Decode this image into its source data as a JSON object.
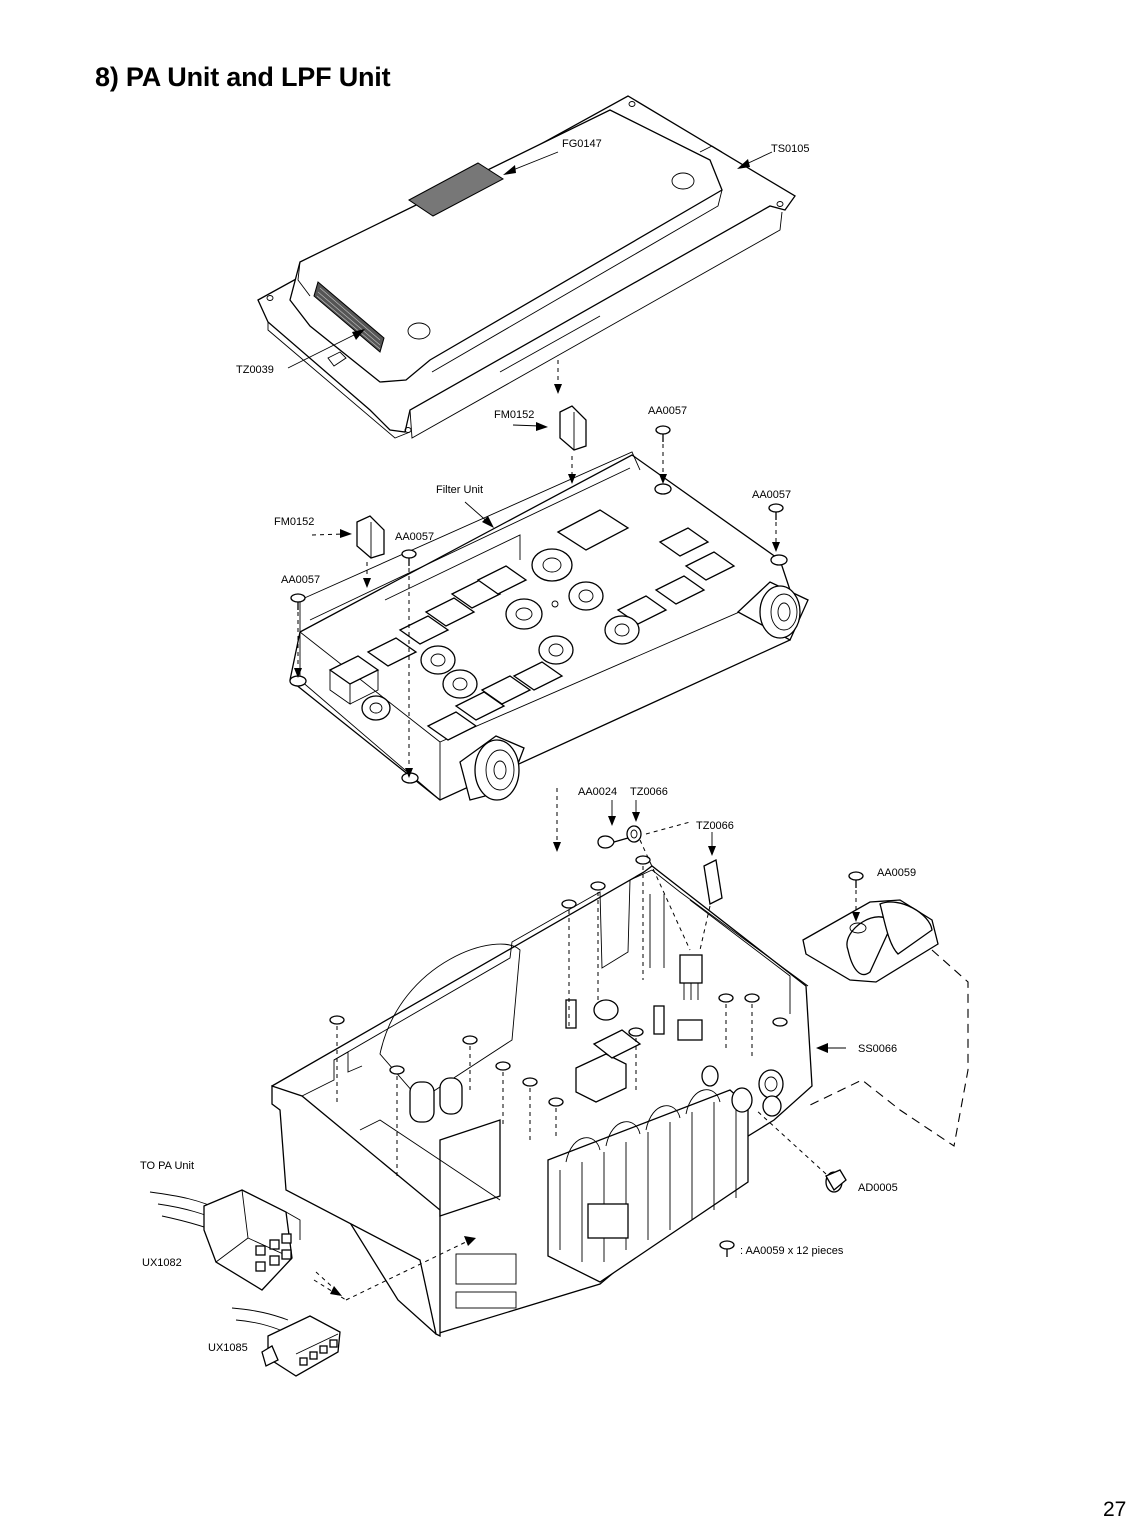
{
  "page": {
    "title": "8) PA Unit and LPF Unit",
    "number": "27"
  },
  "labels": {
    "fg0147": "FG0147",
    "ts0105": "TS0105",
    "tz0039": "TZ0039",
    "fm0152_top": "FM0152",
    "aa0057_top": "AA0057",
    "filter_unit": "Filter Unit",
    "aa0057_right": "AA0057",
    "fm0152_left": "FM0152",
    "aa0057_mid": "AA0057",
    "aa0057_left": "AA0057",
    "aa0024": "AA0024",
    "tz0066_a": "TZ0066",
    "tz0066_b": "TZ0066",
    "aa0059": "AA0059",
    "ss0066": "SS0066",
    "ad0005": "AD0005",
    "to_pa_unit": "TO PA Unit",
    "ux1082": "UX1082",
    "ux1085": "UX1085",
    "legend": ": AA0059 x 12 pieces"
  }
}
